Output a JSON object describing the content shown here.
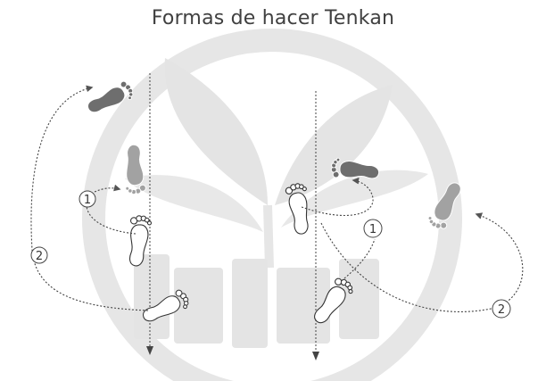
{
  "title": "Formas de hacer Tenkan",
  "step_labels": [
    "1",
    "2",
    "1",
    "2"
  ],
  "colors": {
    "background": "#ffffff",
    "watermark": "#e4e4e4",
    "line": "#333333",
    "foot_dark": "#6e6e6e",
    "foot_mid": "#a2a2a2",
    "foot_light": "#c8c8c8",
    "foot_outline": "#ffffff"
  },
  "icons": {
    "watermark": "leaf-emblem-icon",
    "foot": "footprint-icon",
    "arrow": "dashed-arrow-icon"
  }
}
